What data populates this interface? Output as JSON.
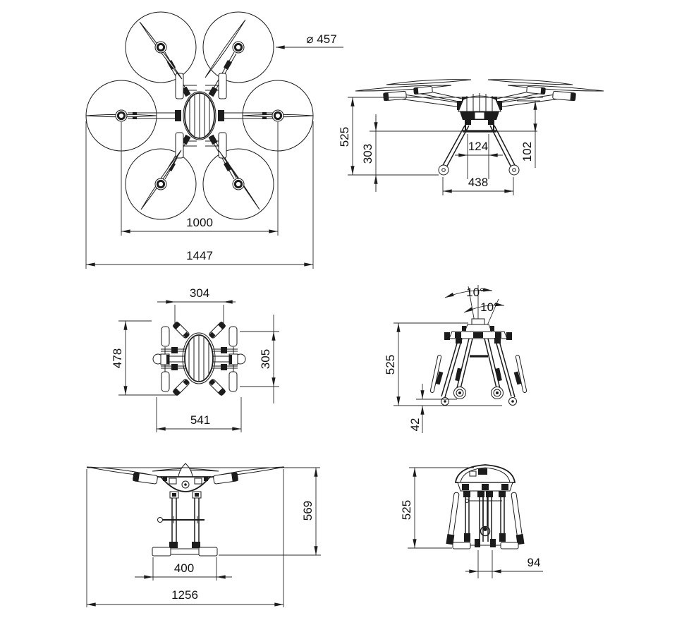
{
  "drawing": {
    "type": "dimensioned engineering drawing",
    "subject": "hexacopter drone — six orthographic views, deployed and folded",
    "ink_color": "#1c1c1c",
    "paper_color": "#ffffff",
    "views": {
      "top_deployed": {
        "prop_diameter": "⌀ 457",
        "rotor_span": "1000",
        "overall_width": "1447"
      },
      "side_deployed": {
        "overall_height": "525",
        "gear_height": "303",
        "leg_top_span": "124",
        "arm_drop": "102",
        "skid_span": "438"
      },
      "top_folded": {
        "upper_width": "304",
        "length": "478",
        "side_span": "305",
        "overall_width": "541"
      },
      "front_folded": {
        "fold_angle_1": "10°",
        "fold_angle_2": "10°",
        "height": "525",
        "wheel_clearance": "42"
      },
      "front_deployed": {
        "height": "569",
        "base_width": "400",
        "overall_span": "1256"
      },
      "side_folded": {
        "height": "525",
        "nozzle_offset": "94"
      }
    }
  }
}
